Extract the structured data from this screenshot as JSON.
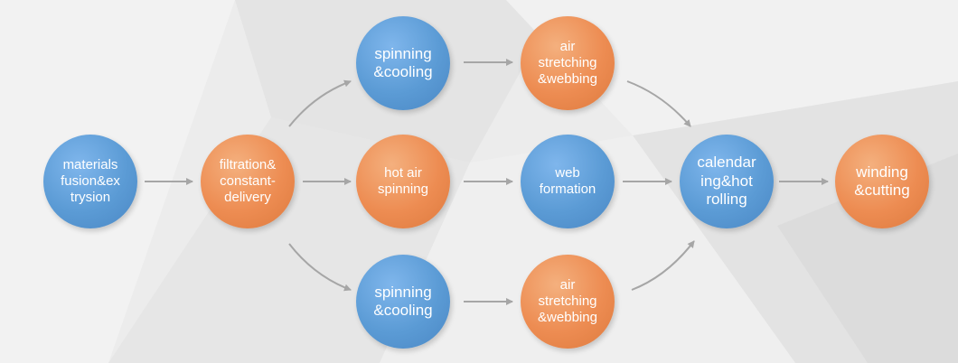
{
  "diagram": {
    "nodes": [
      {
        "id": "materials",
        "label": "materials\nfusion&ex\ntrysion",
        "color": "blue"
      },
      {
        "id": "filtration",
        "label": "filtration&\nconstant-\ndelivery",
        "color": "orange"
      },
      {
        "id": "spin-top",
        "label": "spinning\n&cooling",
        "color": "blue"
      },
      {
        "id": "air-top",
        "label": "air\nstretching\n&webbing",
        "color": "orange"
      },
      {
        "id": "hotair",
        "label": "hot air\nspinning",
        "color": "orange"
      },
      {
        "id": "web",
        "label": "web\nformation",
        "color": "blue"
      },
      {
        "id": "spin-bottom",
        "label": "spinning\n&cooling",
        "color": "blue"
      },
      {
        "id": "air-bottom",
        "label": "air\nstretching\n&webbing",
        "color": "orange"
      },
      {
        "id": "calendar",
        "label": "calendar\ning&hot\nrolling",
        "color": "blue"
      },
      {
        "id": "winding",
        "label": "winding\n&cutting",
        "color": "orange"
      }
    ],
    "edges": [
      {
        "from": "materials",
        "to": "filtration"
      },
      {
        "from": "filtration",
        "to": "spin-top"
      },
      {
        "from": "filtration",
        "to": "hotair"
      },
      {
        "from": "filtration",
        "to": "spin-bottom"
      },
      {
        "from": "spin-top",
        "to": "air-top"
      },
      {
        "from": "hotair",
        "to": "web"
      },
      {
        "from": "spin-bottom",
        "to": "air-bottom"
      },
      {
        "from": "air-top",
        "to": "calendar"
      },
      {
        "from": "web",
        "to": "calendar"
      },
      {
        "from": "air-bottom",
        "to": "calendar"
      },
      {
        "from": "calendar",
        "to": "winding"
      }
    ],
    "colors": {
      "blue": "#5b9bd5",
      "orange": "#ed8c52",
      "arrow": "#a6a6a6",
      "background": "#ebebeb"
    }
  }
}
